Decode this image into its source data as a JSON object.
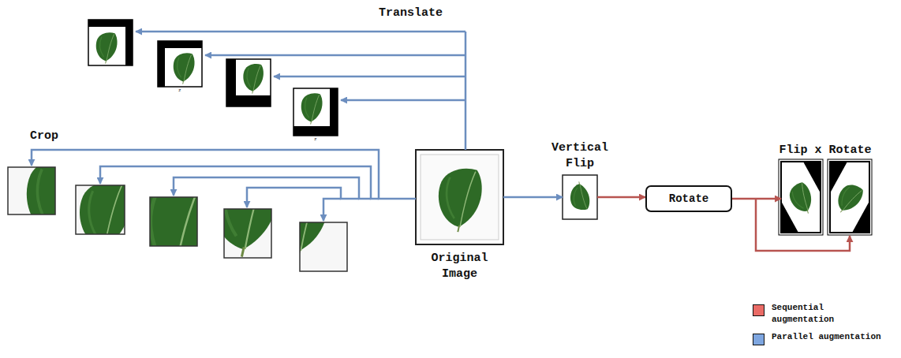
{
  "diagram": {
    "nodes": [
      {
        "text": [
          "Original Image"
        ]
      },
      {
        "text": [
          "Vertical Flip"
        ]
      },
      {
        "text": [
          "Rotate"
        ]
      },
      {
        "text": [
          "Flip x Rotate"
        ]
      }
    ],
    "edges": [
      {
        "from": 0,
        "to": 1,
        "arrow": "to"
      },
      {
        "from": 1,
        "to": 2,
        "arrow": "to"
      },
      {
        "from": 2,
        "to": 3,
        "arrow": "to"
      }
    ],
    "labels": [
      "Translate",
      "z",
      "z",
      "Crop"
    ],
    "legend": [
      {
        "text": "Sequential augmentation",
        "color": "#EA6B66"
      },
      {
        "text": "Parallel augmentation",
        "color": "#7EA6E0"
      }
    ]
  }
}
